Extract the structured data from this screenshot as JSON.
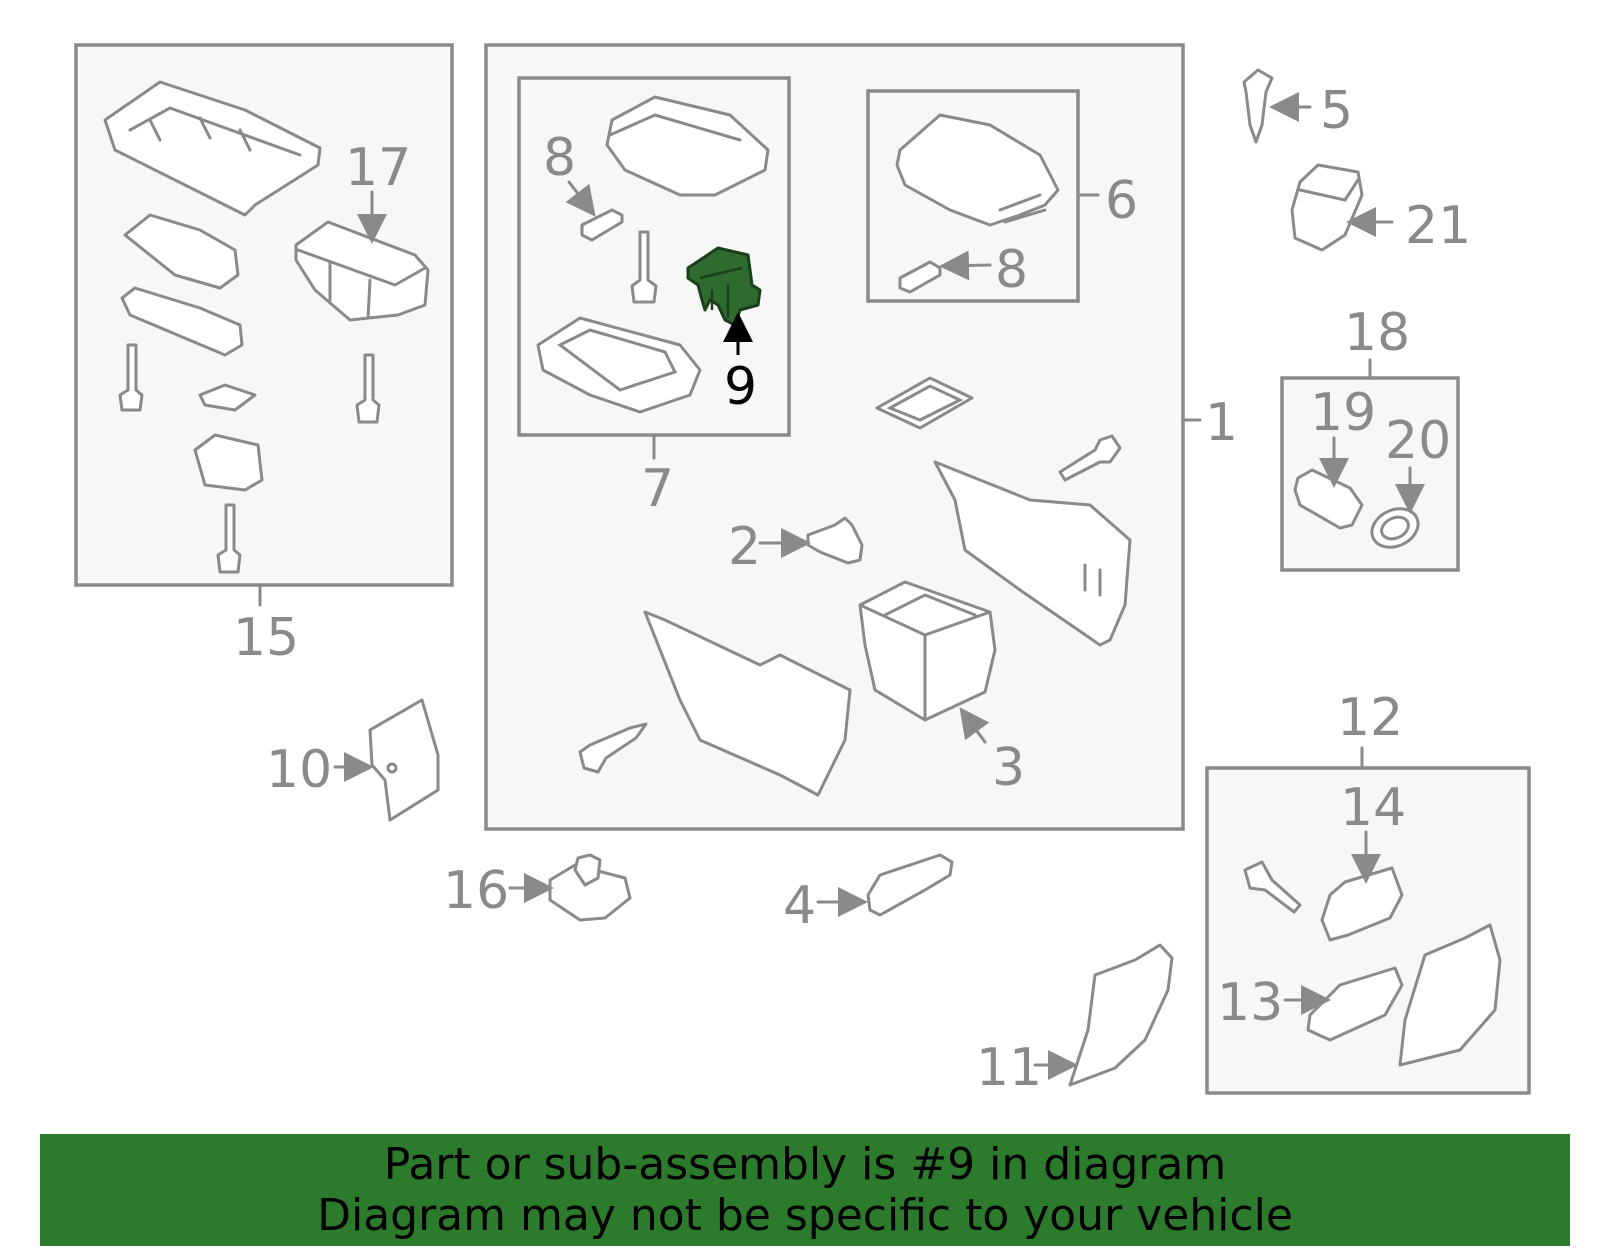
{
  "callouts": {
    "c1": "1",
    "c2": "2",
    "c3": "3",
    "c4": "4",
    "c5": "5",
    "c6": "6",
    "c7": "7",
    "c8a": "8",
    "c8b": "8",
    "c9": "9",
    "c10": "10",
    "c11": "11",
    "c12": "12",
    "c13": "13",
    "c14": "14",
    "c15": "15",
    "c16": "16",
    "c17": "17",
    "c18": "18",
    "c19": "19",
    "c20": "20",
    "c21": "21"
  },
  "highlighted_part": "9",
  "colors": {
    "highlight": "#2f6b2f",
    "banner": "#2c7a2c",
    "line": "#8a8a8a"
  },
  "banner": {
    "line1": "Part or sub-assembly is #9 in diagram",
    "line2": "Diagram may not be specific to your vehicle"
  }
}
